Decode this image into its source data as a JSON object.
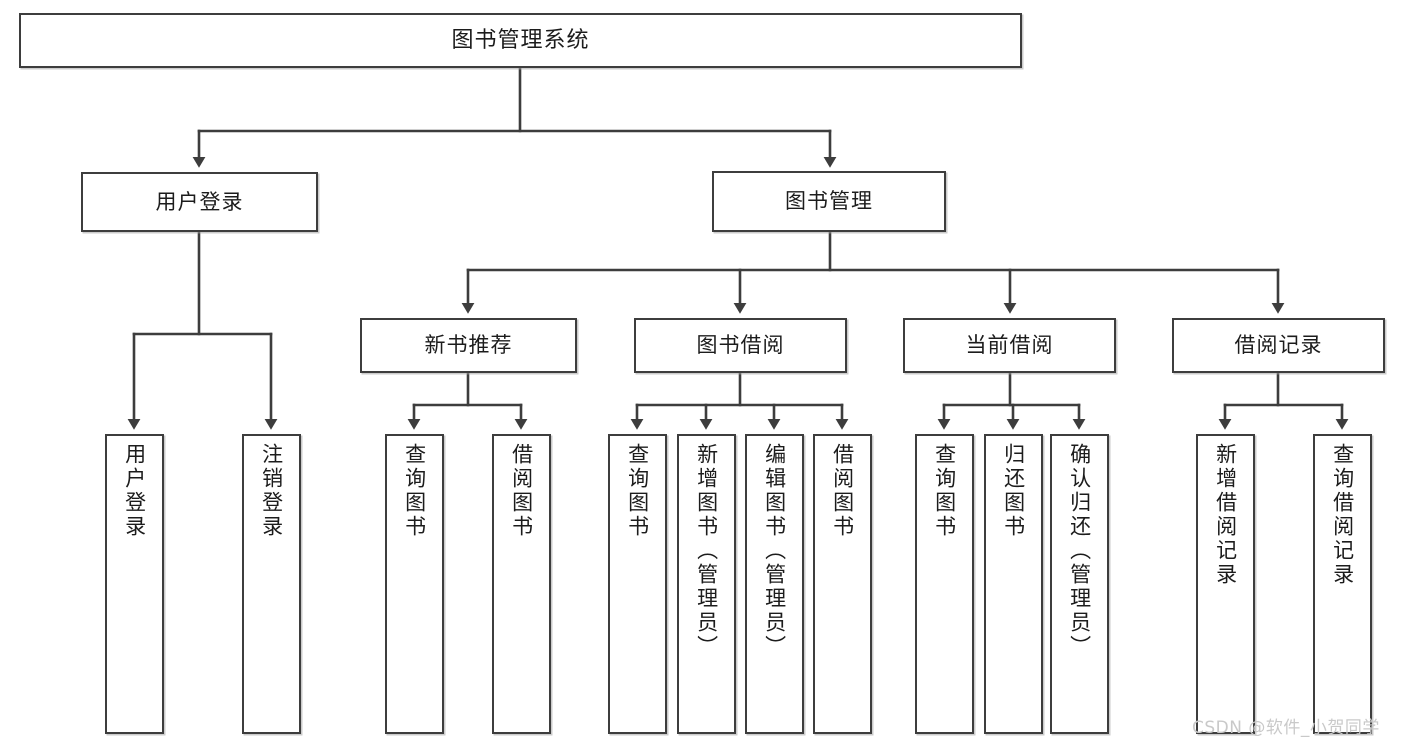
{
  "diagram": {
    "title": "图书管理系统",
    "type": "hierarchy-tree",
    "root": {
      "label": "图书管理系统"
    },
    "level1": [
      {
        "label": "用户登录"
      },
      {
        "label": "图书管理"
      }
    ],
    "level2": [
      {
        "label": "新书推荐"
      },
      {
        "label": "图书借阅"
      },
      {
        "label": "当前借阅"
      },
      {
        "label": "借阅记录"
      }
    ],
    "leaves": {
      "user_login": [
        {
          "label": "用户登录"
        },
        {
          "label": "注销登录"
        }
      ],
      "new_book": [
        {
          "label": "查询图书"
        },
        {
          "label": "借阅图书"
        }
      ],
      "book_borrow": [
        {
          "label": "查询图书"
        },
        {
          "label": "新增图书（管理员）"
        },
        {
          "label": "编辑图书（管理员）"
        },
        {
          "label": "借阅图书"
        }
      ],
      "current_borrow": [
        {
          "label": "查询图书"
        },
        {
          "label": "归还图书"
        },
        {
          "label": "确认归还（管理员）"
        }
      ],
      "borrow_record": [
        {
          "label": "新增借阅记录"
        },
        {
          "label": "查询借阅记录"
        }
      ]
    }
  },
  "watermark": {
    "text": "CSDN @软件_小贺同学"
  },
  "colors": {
    "background": "#ffffff",
    "stroke": "#3d3d3d",
    "text": "#1c1c1c",
    "watermark": "#c9c9c9"
  }
}
